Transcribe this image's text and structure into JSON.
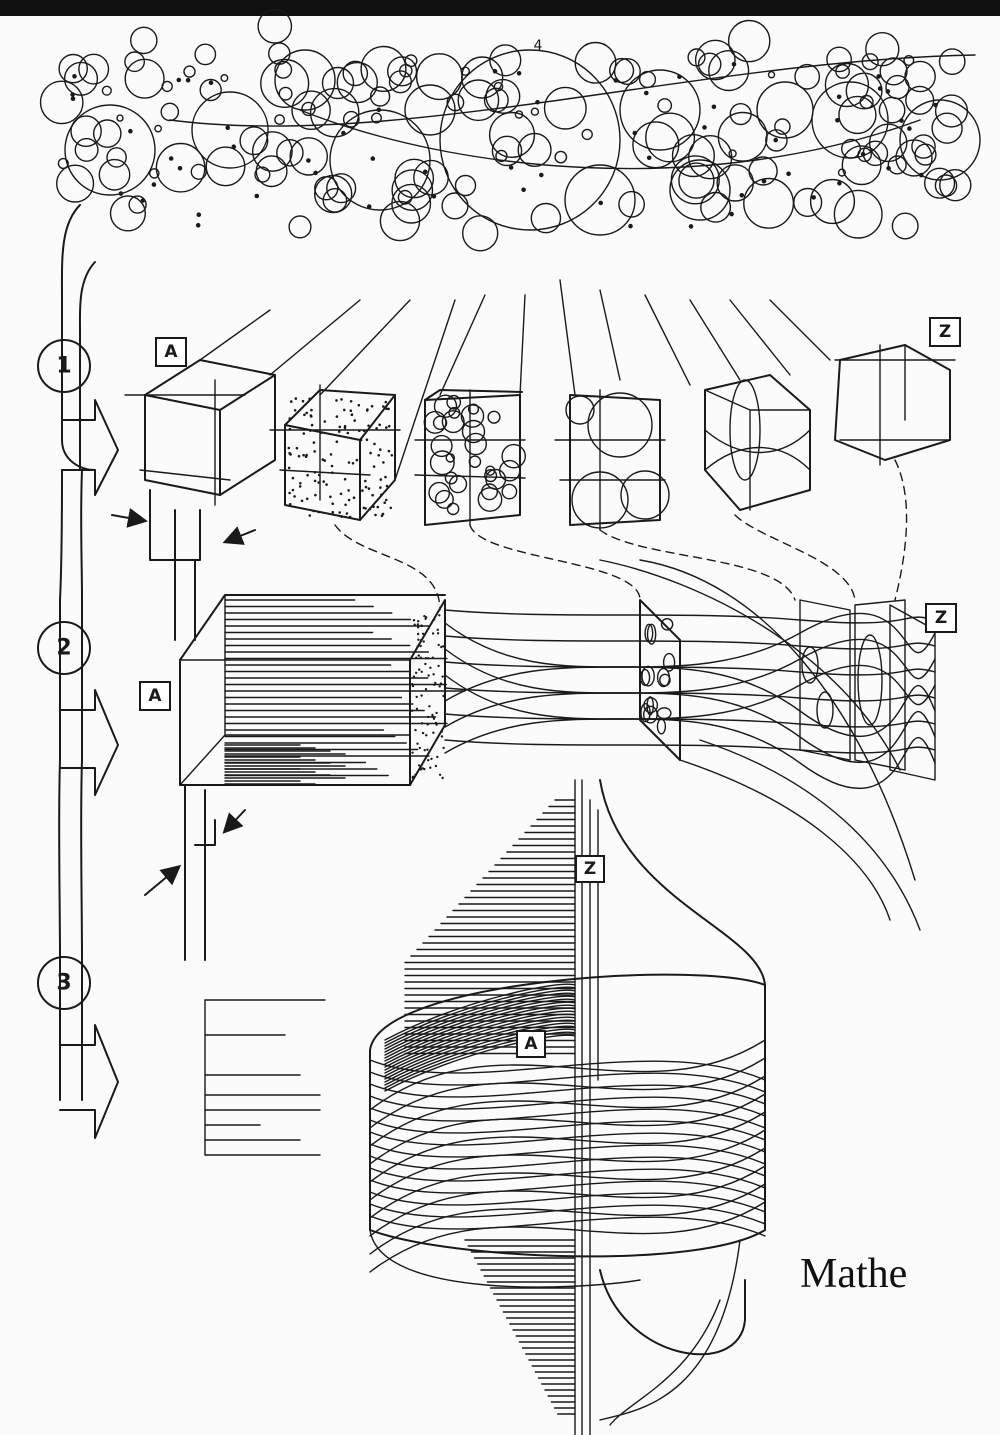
{
  "colors": {
    "ink": "#1a1a1a",
    "paper": "#fbfbfb"
  },
  "top_mark": "4",
  "steps": [
    "1",
    "2",
    "3"
  ],
  "badges": {
    "start": "A",
    "end": "Z"
  },
  "signature": "Mathe"
}
